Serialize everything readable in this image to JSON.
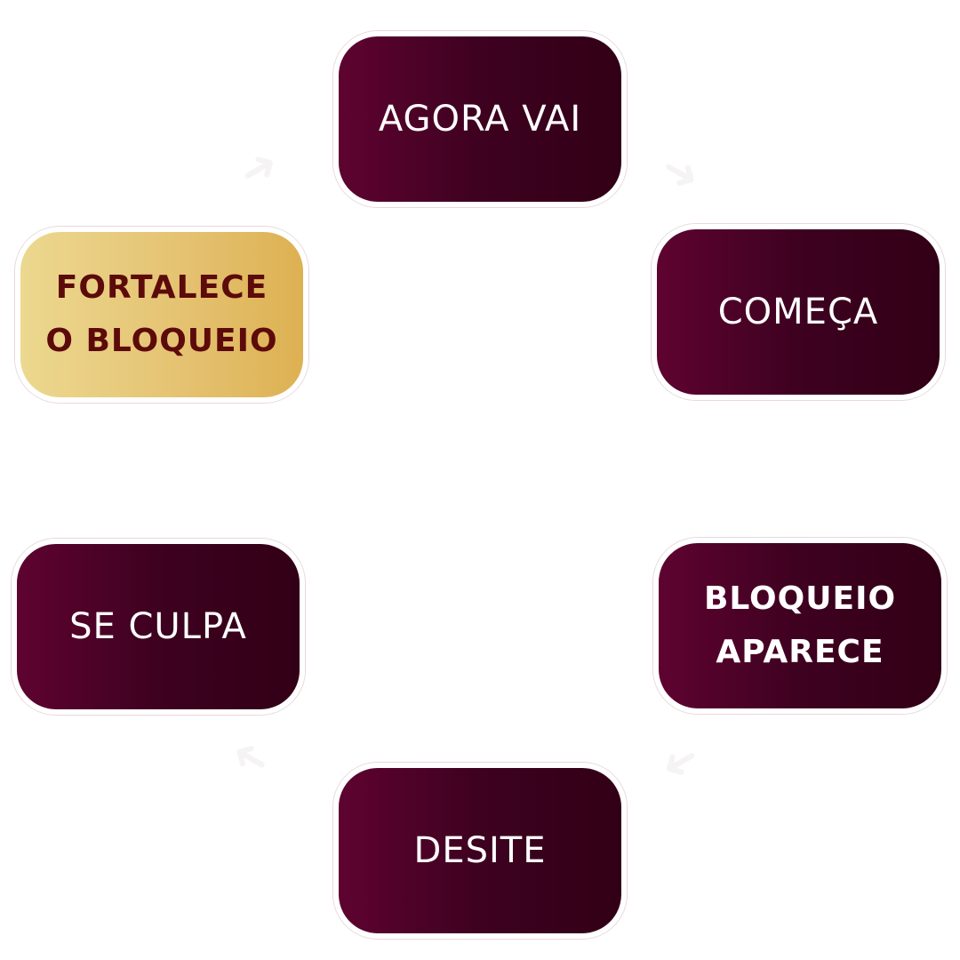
{
  "cycle": [
    {
      "id": "agora-vai",
      "label": "AGORA VAI",
      "style": "regular"
    },
    {
      "id": "comeca",
      "label": "COMEÇA",
      "style": "regular"
    },
    {
      "id": "bloqueio-aparece",
      "label": "BLOQUEIO\nAPARECE",
      "style": "bold"
    },
    {
      "id": "desite",
      "label": "DESITE",
      "style": "regular"
    },
    {
      "id": "se-culpa",
      "label": "SE CULPA",
      "style": "regular"
    },
    {
      "id": "fortalece",
      "label": "FORTALECE\nO BLOQUEIO",
      "style": "bold-highlight"
    }
  ],
  "colors": {
    "box_start": "#5e0330",
    "box_end": "#320016",
    "highlight_start": "#ecd88f",
    "highlight_end": "#ddb152",
    "highlight_text": "#5c0a0a"
  }
}
